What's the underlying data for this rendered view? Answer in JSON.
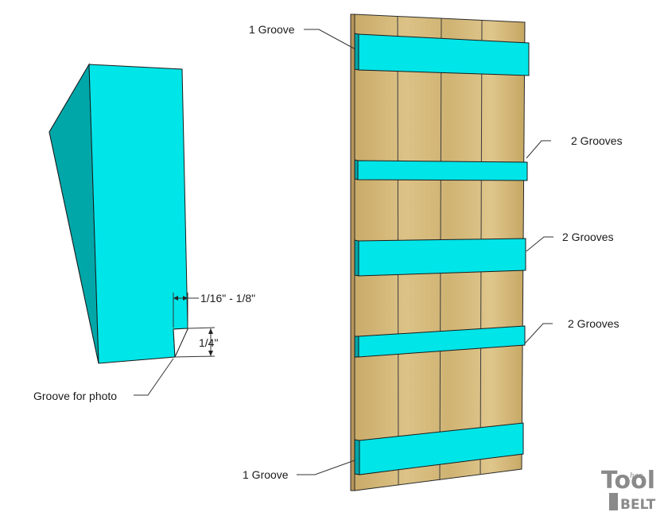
{
  "block_labels": {
    "gap_dimension": "1/16\" - 1/8\"",
    "groove_depth": "1/4\"",
    "groove_callout": "Groove for photo"
  },
  "board_labels": [
    "1 Groove",
    "2 Grooves",
    "2 Grooves",
    "2 Grooves",
    "1 Groove"
  ],
  "logo": {
    "word1": "Tool",
    "word2": "BELT",
    "small": "her"
  },
  "colors": {
    "cyan_front": "#00e5e8",
    "cyan_side": "#00a7a9",
    "wood": "#d2b675",
    "wood_dark": "#b8965a",
    "line": "#333333"
  }
}
